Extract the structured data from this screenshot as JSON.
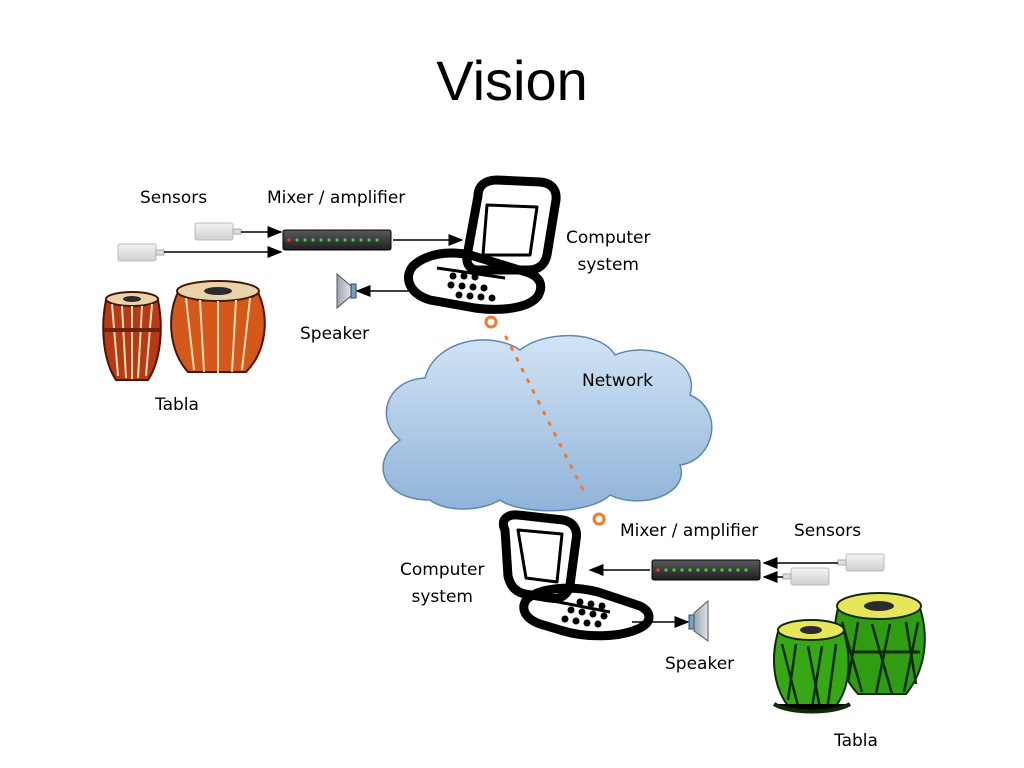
{
  "slide": {
    "title": "Vision"
  },
  "site_a": {
    "sensors": "Sensors",
    "mixer": "Mixer / amplifier",
    "computer_line1": "Computer",
    "computer_line2": "system",
    "speaker": "Speaker",
    "instrument": "Tabla",
    "tabla_color": "#d4581a"
  },
  "network": {
    "label": "Network",
    "cloud_color": "#a9c8e6",
    "link_color": "#f07a34"
  },
  "site_b": {
    "sensors": "Sensors",
    "mixer": "Mixer / amplifier",
    "computer_line1": "Computer",
    "computer_line2": "system",
    "speaker": "Speaker",
    "instrument": "Tabla",
    "tabla_color": "#3fb81c"
  }
}
